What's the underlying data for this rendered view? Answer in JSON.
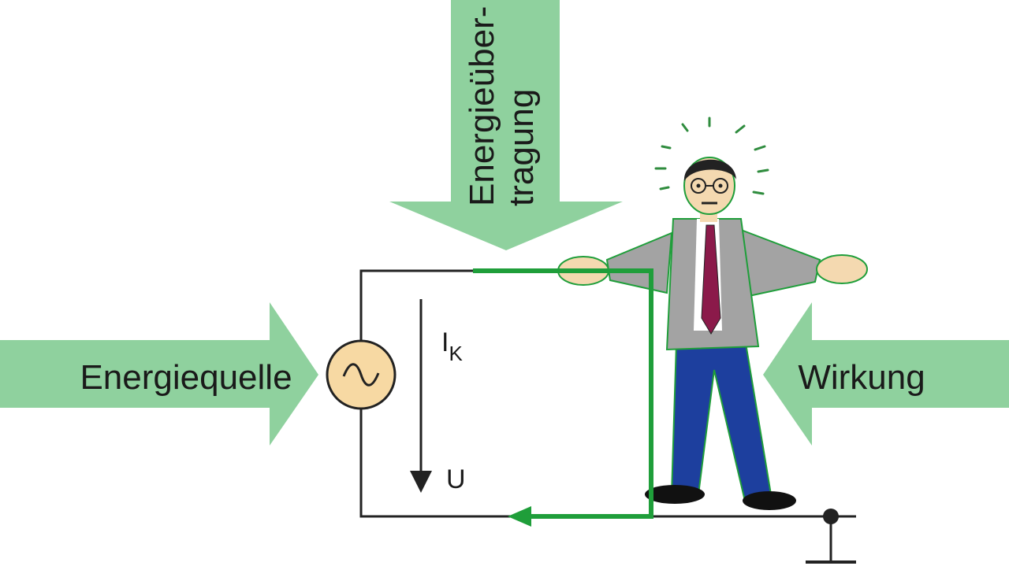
{
  "labels": {
    "energy_source": "Energiequelle",
    "effect": "Wirkung",
    "energy_transfer_line1": "Energieüber-",
    "energy_transfer_line2": "tragung",
    "current_symbol": "I",
    "current_subscript": "K",
    "voltage_symbol": "U"
  },
  "colors": {
    "arrow_fill": "#8fd19e",
    "current_path": "#1f9e3a",
    "wire": "#222222",
    "source_fill": "#f7d9a3",
    "suit": "#a3a3a3",
    "trousers": "#1d3f9e",
    "tie": "#8b1a4a",
    "skin": "#f4d9b0"
  },
  "icons": {
    "source": "ac-voltage-source-icon",
    "ground": "ground-symbol-icon",
    "person": "shocked-person-icon"
  }
}
